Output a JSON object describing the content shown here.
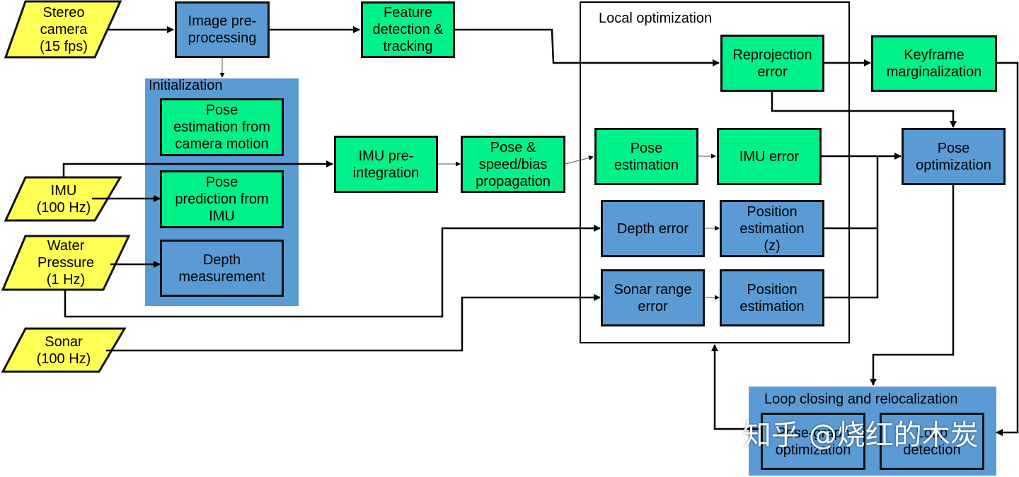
{
  "colors": {
    "input": "#ffff55",
    "process_green": "#00f18a",
    "process_blue": "#5b9bd5",
    "group_blue": "#5b9bd5",
    "edge": "#000000"
  },
  "inputs": {
    "stereo_camera": "Stereo\ncamera\n(15 fps)",
    "imu": "IMU\n(100 Hz)",
    "water_pressure": "Water\nPressure\n(1 Hz)",
    "sonar": "Sonar\n(100 Hz)"
  },
  "groups": {
    "initialization": "Initialization",
    "local_optimization": "Local optimization",
    "loop_closing": "Loop closing and relocalization"
  },
  "nodes": {
    "image_preprocessing": "Image pre-\nprocessing",
    "feature_detection": "Feature\ndetection &\ntracking",
    "pose_from_camera": "Pose\nestimation from\ncamera motion",
    "pose_from_imu": "Pose\nprediction from\nIMU",
    "depth_measurement": "Depth\nmeasurement",
    "imu_preintegration": "IMU pre-\nintegration",
    "pose_speed_bias": "Pose &\nspeed/bias\npropagation",
    "reprojection_error": "Reprojection\nerror",
    "keyframe_marginalization": "Keyframe\nmarginalization",
    "pose_estimation": "Pose\nestimation",
    "imu_error": "IMU error",
    "pose_optimization": "Pose\noptimization",
    "depth_error": "Depth error",
    "position_estimation_z": "Position\nestimation\n(z)",
    "sonar_range_error": "Sonar range\nerror",
    "position_estimation": "Position\nestimation",
    "pose_graph_optimization": "Pose-graph\noptimization",
    "loop_detection": "Loop\ndetection"
  },
  "watermark": "知乎 @烧红的木炭"
}
